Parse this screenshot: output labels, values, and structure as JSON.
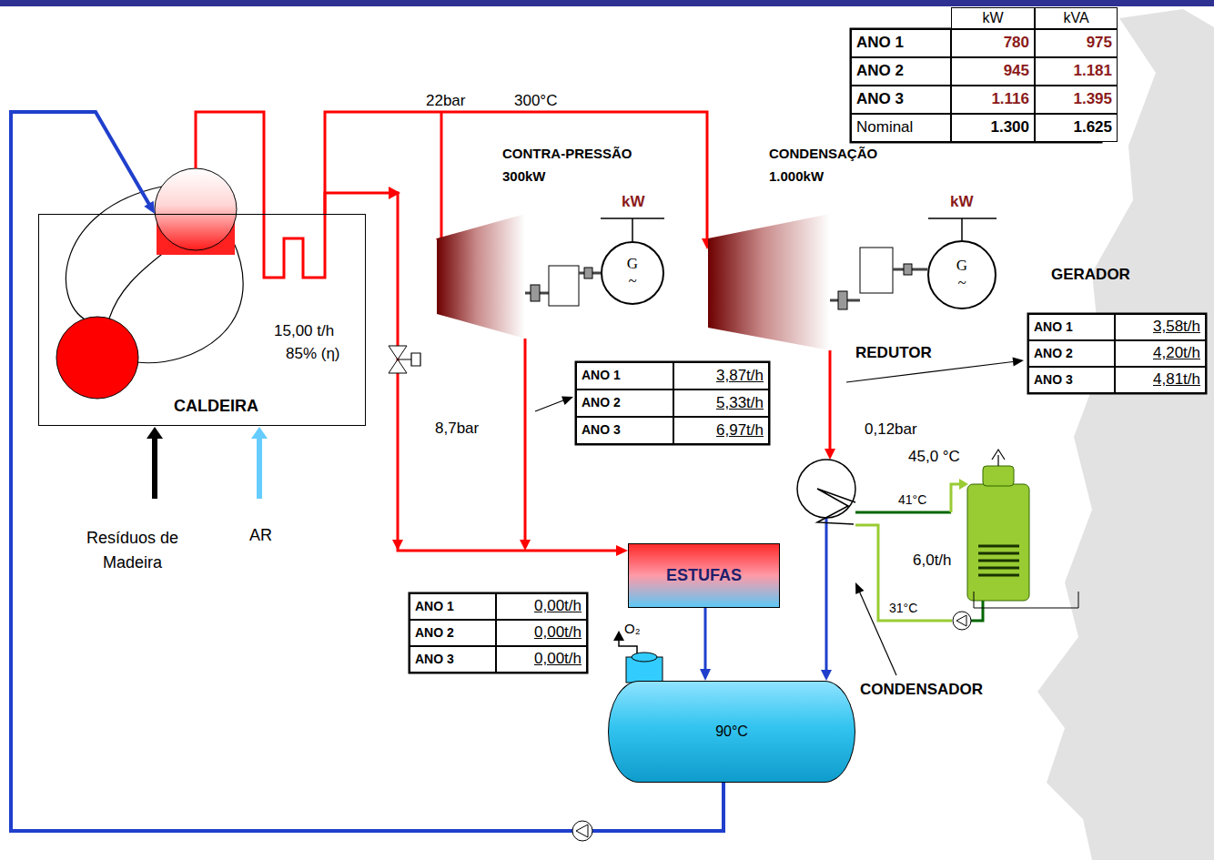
{
  "diagram": {
    "nodes": [
      {
        "text": [
          "15,00 t/h",
          "85% (η)",
          "CALDEIRA"
        ]
      },
      {
        "text": [
          "G",
          "~"
        ]
      },
      {
        "text": [
          "G",
          "~"
        ]
      },
      {
        "text": [
          "ESTUFAS"
        ]
      },
      {
        "text": [
          "90°C"
        ]
      }
    ],
    "edges": [
      {
        "from": 0,
        "to": 3,
        "arrow": "to"
      },
      {
        "from": 3,
        "to": 4,
        "arrow": "to"
      },
      {
        "from": 4,
        "to": 0,
        "arrow": "to"
      }
    ],
    "labels": [
      "kW",
      "kVA",
      "ANO 1",
      "780",
      "975",
      "ANO 2",
      "945",
      "1.181",
      "ANO 3",
      "1.116",
      "1.395",
      "Nominal",
      "1.300",
      "1.625",
      "22bar",
      "300°C",
      "CONTRA-PRESSÃO",
      "300kW",
      "CONDENSAÇÃO",
      "1.000kW",
      "kW",
      "kW",
      "GERADOR",
      "REDUTOR",
      "ANO 1",
      "3,58t/h",
      "ANO 2",
      "4,20t/h",
      "ANO 3",
      "4,81t/h",
      "8,7bar",
      "ANO 1",
      "3,87t/h",
      "ANO 2",
      "5,33t/h",
      "ANO 3",
      "6,97t/h",
      "0,12bar",
      "45,0 °C",
      "41°C",
      "6,0t/h",
      "31°C",
      "Resíduos de Madeira",
      "AR",
      "ANO 1",
      "0,00t/h",
      "ANO 2",
      "0,00t/h",
      "ANO 3",
      "0,00t/h",
      "CONDENSADOR",
      "O₂"
    ]
  }
}
